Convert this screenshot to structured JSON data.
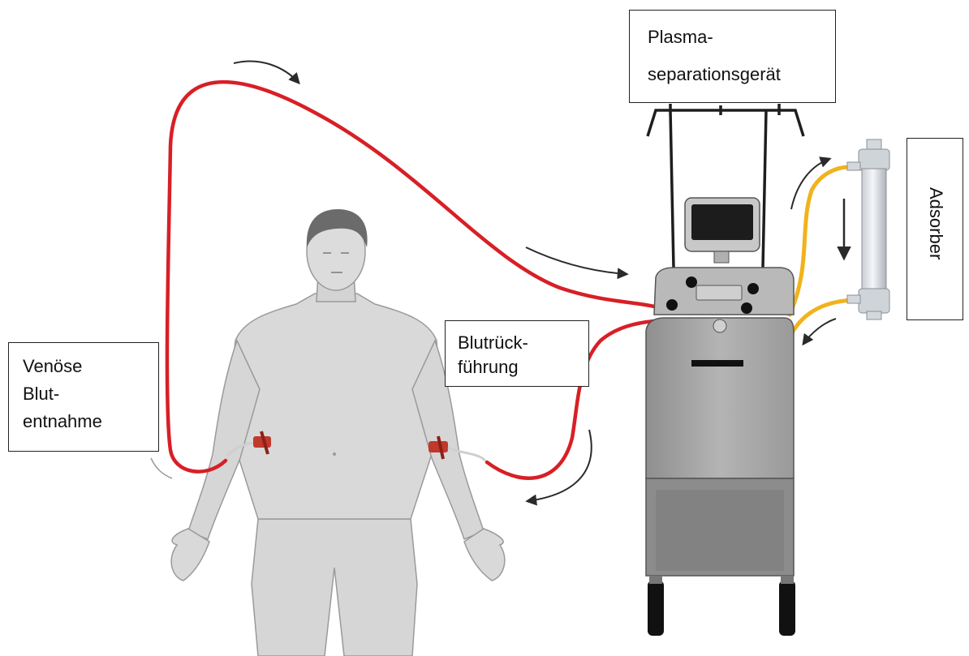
{
  "labels": {
    "plasma_separator": [
      "Plasma-",
      "separationsgerät"
    ],
    "venous_draw": [
      "Venöse",
      "Blut-",
      "entnahme"
    ],
    "blood_return": [
      "Blutrück-",
      "führung"
    ],
    "adsorber": "Adsorber"
  },
  "colors": {
    "blood_line": "#d81f26",
    "plasma_line": "#f2b21b",
    "arrow": "#2a2a2a",
    "machine_body": "#a8a8a8",
    "skin": "#d9d9d9"
  }
}
